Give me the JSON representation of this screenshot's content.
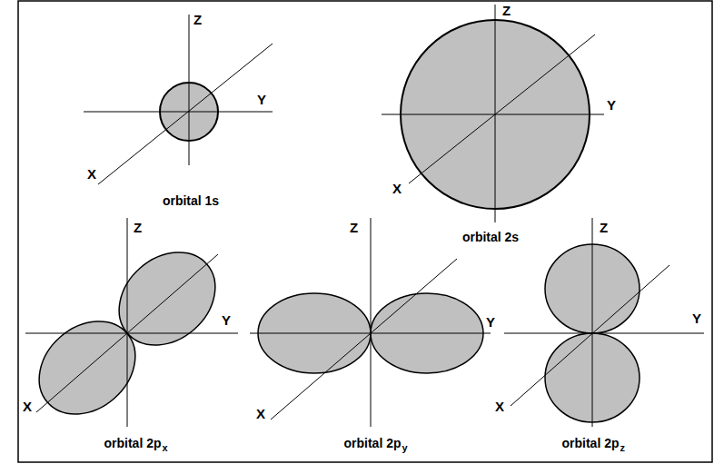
{
  "diagram": {
    "labels": [
      "Z",
      "Y",
      "X",
      "orbital 1s",
      "Z",
      "Y",
      "X",
      "orbital 2s",
      "Z",
      "Y",
      "X",
      "orbital 2p",
      "x",
      "Z",
      "Y",
      "X",
      "orbital 2p",
      "y",
      "Z",
      "Y",
      "X",
      "orbital 2p",
      "z"
    ]
  }
}
